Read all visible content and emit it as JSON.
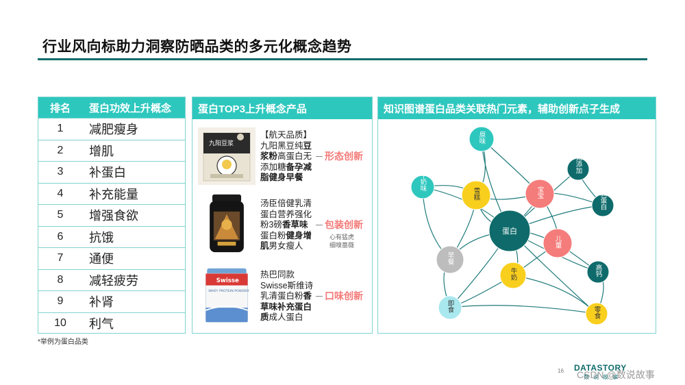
{
  "title": "行业风向标助力洞察防晒品类的多元化概念趋势",
  "rank_table": {
    "headers": [
      "排名",
      "蛋白功效上升概念"
    ],
    "rows": [
      {
        "rank": "1",
        "concept": "减肥瘦身"
      },
      {
        "rank": "2",
        "concept": "增肌"
      },
      {
        "rank": "3",
        "concept": "补蛋白"
      },
      {
        "rank": "4",
        "concept": "补充能量"
      },
      {
        "rank": "5",
        "concept": "增强食欲"
      },
      {
        "rank": "6",
        "concept": "抗饿"
      },
      {
        "rank": "7",
        "concept": "通便"
      },
      {
        "rank": "8",
        "concept": "减轻疲劳"
      },
      {
        "rank": "9",
        "concept": "补肾"
      },
      {
        "rank": "10",
        "concept": "利气"
      }
    ]
  },
  "footnote": "*举例为蛋白品类",
  "products": {
    "header": "蛋白TOP3上升概念产品",
    "items": [
      {
        "lines": [
          [
            {
              "t": "【航天品质】",
              "b": false
            }
          ],
          [
            {
              "t": "九阳黑豆纯",
              "b": false
            },
            {
              "t": "豆",
              "b": true
            }
          ],
          [
            {
              "t": "浆粉",
              "b": true
            },
            {
              "t": "高蛋白无",
              "b": false
            }
          ],
          [
            {
              "t": "添加糖",
              "b": false
            },
            {
              "t": "备孕减",
              "b": true
            }
          ],
          [
            {
              "t": "脂健身早餐",
              "b": true
            }
          ]
        ],
        "tag": "形态创新",
        "sub": ""
      },
      {
        "lines": [
          [
            {
              "t": "汤臣倍健乳清",
              "b": false
            }
          ],
          [
            {
              "t": "蛋白营养强化",
              "b": false
            }
          ],
          [
            {
              "t": "粉3磅",
              "b": false
            },
            {
              "t": "香草味",
              "b": true
            }
          ],
          [
            {
              "t": "蛋白粉",
              "b": false
            },
            {
              "t": "健身增",
              "b": true
            }
          ],
          [
            {
              "t": "肌",
              "b": true
            },
            {
              "t": "男女瘦人",
              "b": false
            }
          ]
        ],
        "tag": "包装创新",
        "sub": "心有猛虎\n细嗅蔷薇"
      },
      {
        "lines": [
          [
            {
              "t": "热巴同款",
              "b": false
            }
          ],
          [
            {
              "t": "Swisse斯维诗",
              "b": false
            }
          ],
          [
            {
              "t": "乳清蛋白粉",
              "b": false
            },
            {
              "t": "香",
              "b": true
            }
          ],
          [
            {
              "t": "草味补充蛋白",
              "b": true
            }
          ],
          [
            {
              "t": "质",
              "b": true
            },
            {
              "t": "成人蛋白",
              "b": false
            }
          ]
        ],
        "tag": "口味创新",
        "sub": ""
      }
    ],
    "package_labels": [
      "九阳豆浆",
      "Swisse",
      "WHEY PROTEIN POWDER"
    ]
  },
  "graph": {
    "header": "知识图谱蛋白品类关联热门元素，辅助创新点子生成",
    "nodes": [
      {
        "id": "danbai",
        "label": "蛋白",
        "color": "#0f6b6b",
        "text": "#ffffff"
      },
      {
        "id": "yuanwei",
        "label": "原味",
        "color": "#2ec7be",
        "text": "#ffffff"
      },
      {
        "id": "niunaiwei",
        "label": "牛奶味",
        "color": "#2ec7be",
        "text": "#ffffff"
      },
      {
        "id": "xuegao",
        "label": "雪糕",
        "color": "#f9cf1e",
        "text": "#333333"
      },
      {
        "id": "baobao",
        "label": "宝宝",
        "color": "#f47c7a",
        "text": "#ffffff"
      },
      {
        "id": "wutianjia",
        "label": "无添加",
        "color": "#0f6b6b",
        "text": "#ffffff"
      },
      {
        "id": "gaodanbai",
        "label": "高蛋白",
        "color": "#0f6b6b",
        "text": "#ffffff"
      },
      {
        "id": "ertong",
        "label": "儿童",
        "color": "#f47c7a",
        "text": "#ffffff"
      },
      {
        "id": "zaocan",
        "label": "早餐",
        "color": "#bdbdbd",
        "text": "#ffffff"
      },
      {
        "id": "niunai",
        "label": "牛奶",
        "color": "#f9cf1e",
        "text": "#333333"
      },
      {
        "id": "gaogai",
        "label": "高钙",
        "color": "#0f6b6b",
        "text": "#ffffff"
      },
      {
        "id": "jishi",
        "label": "即食",
        "color": "#a8e8ee",
        "text": "#333333"
      },
      {
        "id": "lingshi",
        "label": "零食",
        "color": "#f9cf1e",
        "text": "#333333"
      }
    ]
  },
  "footer": {
    "page": "16",
    "logo": "DATASTORY",
    "logo_sub": "数说故事",
    "watermark": "CSDN @数说故事"
  }
}
